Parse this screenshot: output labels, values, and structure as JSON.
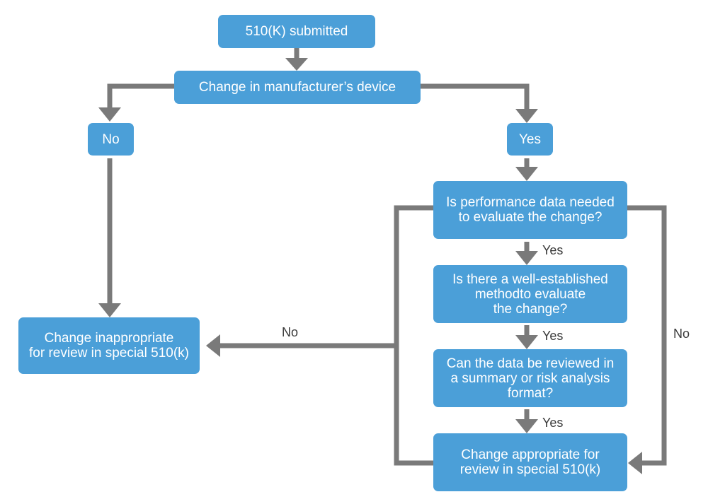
{
  "colors": {
    "box": "#4b9fd8",
    "box_text": "#ffffff",
    "connector": "#7a7a7a",
    "label_text": "#3a3a3a"
  },
  "nodes": {
    "submitted": "510(K) submitted",
    "change": "Change in manufacturer’s device",
    "no": "No",
    "yes": "Yes",
    "q1": "Is performance data needed\nto evaluate the change?",
    "q2": "Is there a well-established\nmethodto evaluate\nthe change?",
    "q3": "Can the data be reviewed in\na summary or risk analysis\nformat?",
    "inappropriate": "Change inappropriate\nfor review in special 510(k)",
    "appropriate": "Change appropriate for\nreview in special 510(k)"
  },
  "edge_labels": {
    "q1_q2": "Yes",
    "q2_q3": "Yes",
    "q3_appropriate": "Yes",
    "left_no": "No",
    "right_no": "No"
  }
}
